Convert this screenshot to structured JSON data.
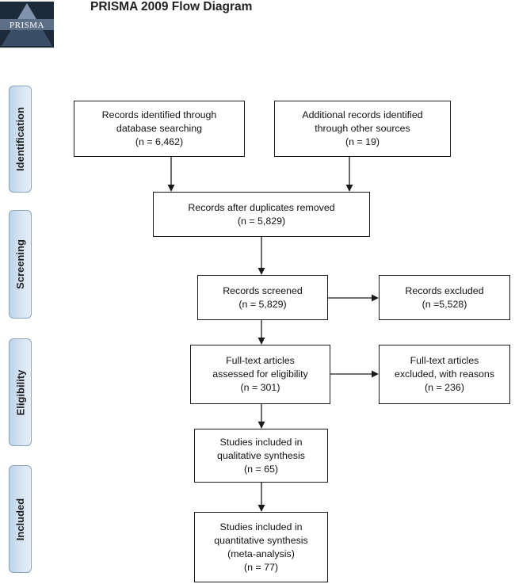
{
  "header": {
    "logo_text": "PRISMA",
    "title": "PRISMA 2009 Flow Diagram"
  },
  "stages": [
    "Identification",
    "Screening",
    "Eligibility",
    "Included"
  ],
  "boxes": {
    "identified_db": [
      "Records identified through",
      "database searching",
      "(n = 6,462)"
    ],
    "identified_other": [
      "Additional records identified",
      "through other sources",
      "(n = 19)"
    ],
    "after_duplicates": [
      "Records after duplicates removed",
      "(n = 5,829)"
    ],
    "screened": [
      "Records screened",
      "(n = 5,829)"
    ],
    "excluded": [
      "Records excluded",
      "(n =5,528)"
    ],
    "fulltext_assessed": [
      "Full-text articles",
      "assessed for eligibility",
      "(n = 301)"
    ],
    "fulltext_excluded": [
      "Full-text articles",
      "excluded, with reasons",
      "(n = 236)"
    ],
    "qualitative": [
      "Studies included in",
      "qualitative synthesis",
      "(n = 65)"
    ],
    "quantitative": [
      "Studies included in",
      "quantitative synthesis",
      "(meta-analysis)",
      "(n = 77)"
    ]
  },
  "colors": {
    "stage_tab_fill": "#d9e6f3",
    "stage_tab_border": "#8aa6c4",
    "box_border": "#1a1a1a",
    "logo_dark": "#1d2a3a",
    "logo_band": "#5d6f86"
  },
  "icons": {
    "logo": "prisma-triangle-logo"
  }
}
